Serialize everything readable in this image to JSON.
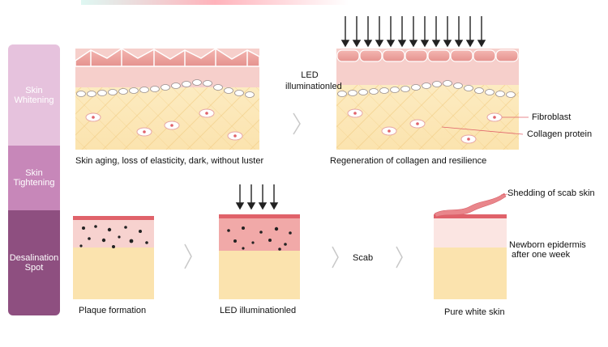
{
  "sidebar": {
    "items": [
      {
        "line1": "Skin",
        "line2": "Whitening",
        "color": "#e6c2dd"
      },
      {
        "line1": "Skin",
        "line2": "Tightening",
        "color": "#c787b9"
      },
      {
        "line1": "Desalination",
        "line2": "Spot",
        "color": "#8e4f80"
      }
    ]
  },
  "row1": {
    "caption_left": "Skin aging, loss of elasticity, dark, without luster",
    "arrow_label_line1": "LED",
    "arrow_label_line2": "illuminationled",
    "caption_right": "Regeneration of collagen and resilience",
    "label_fibroblast": "Fibroblast",
    "label_collagen": "Collagen protein"
  },
  "row2": {
    "caption_plaque": "Plaque formation",
    "caption_led": "LED illuminationled",
    "scab_label": "Scab",
    "label_shedding": "Shedding of scab skin",
    "label_newborn_line1": "Newborn epidermis",
    "label_newborn_line2": "after one week",
    "caption_pure": "Pure white skin"
  },
  "colors": {
    "cell_row": "#e8a6a2",
    "dermis": "#fbe6b6",
    "pink_layer": "#f7c9c6",
    "red_edge": "#e0626a",
    "arrow": "#222222",
    "chevron": "#c8c8c8"
  }
}
